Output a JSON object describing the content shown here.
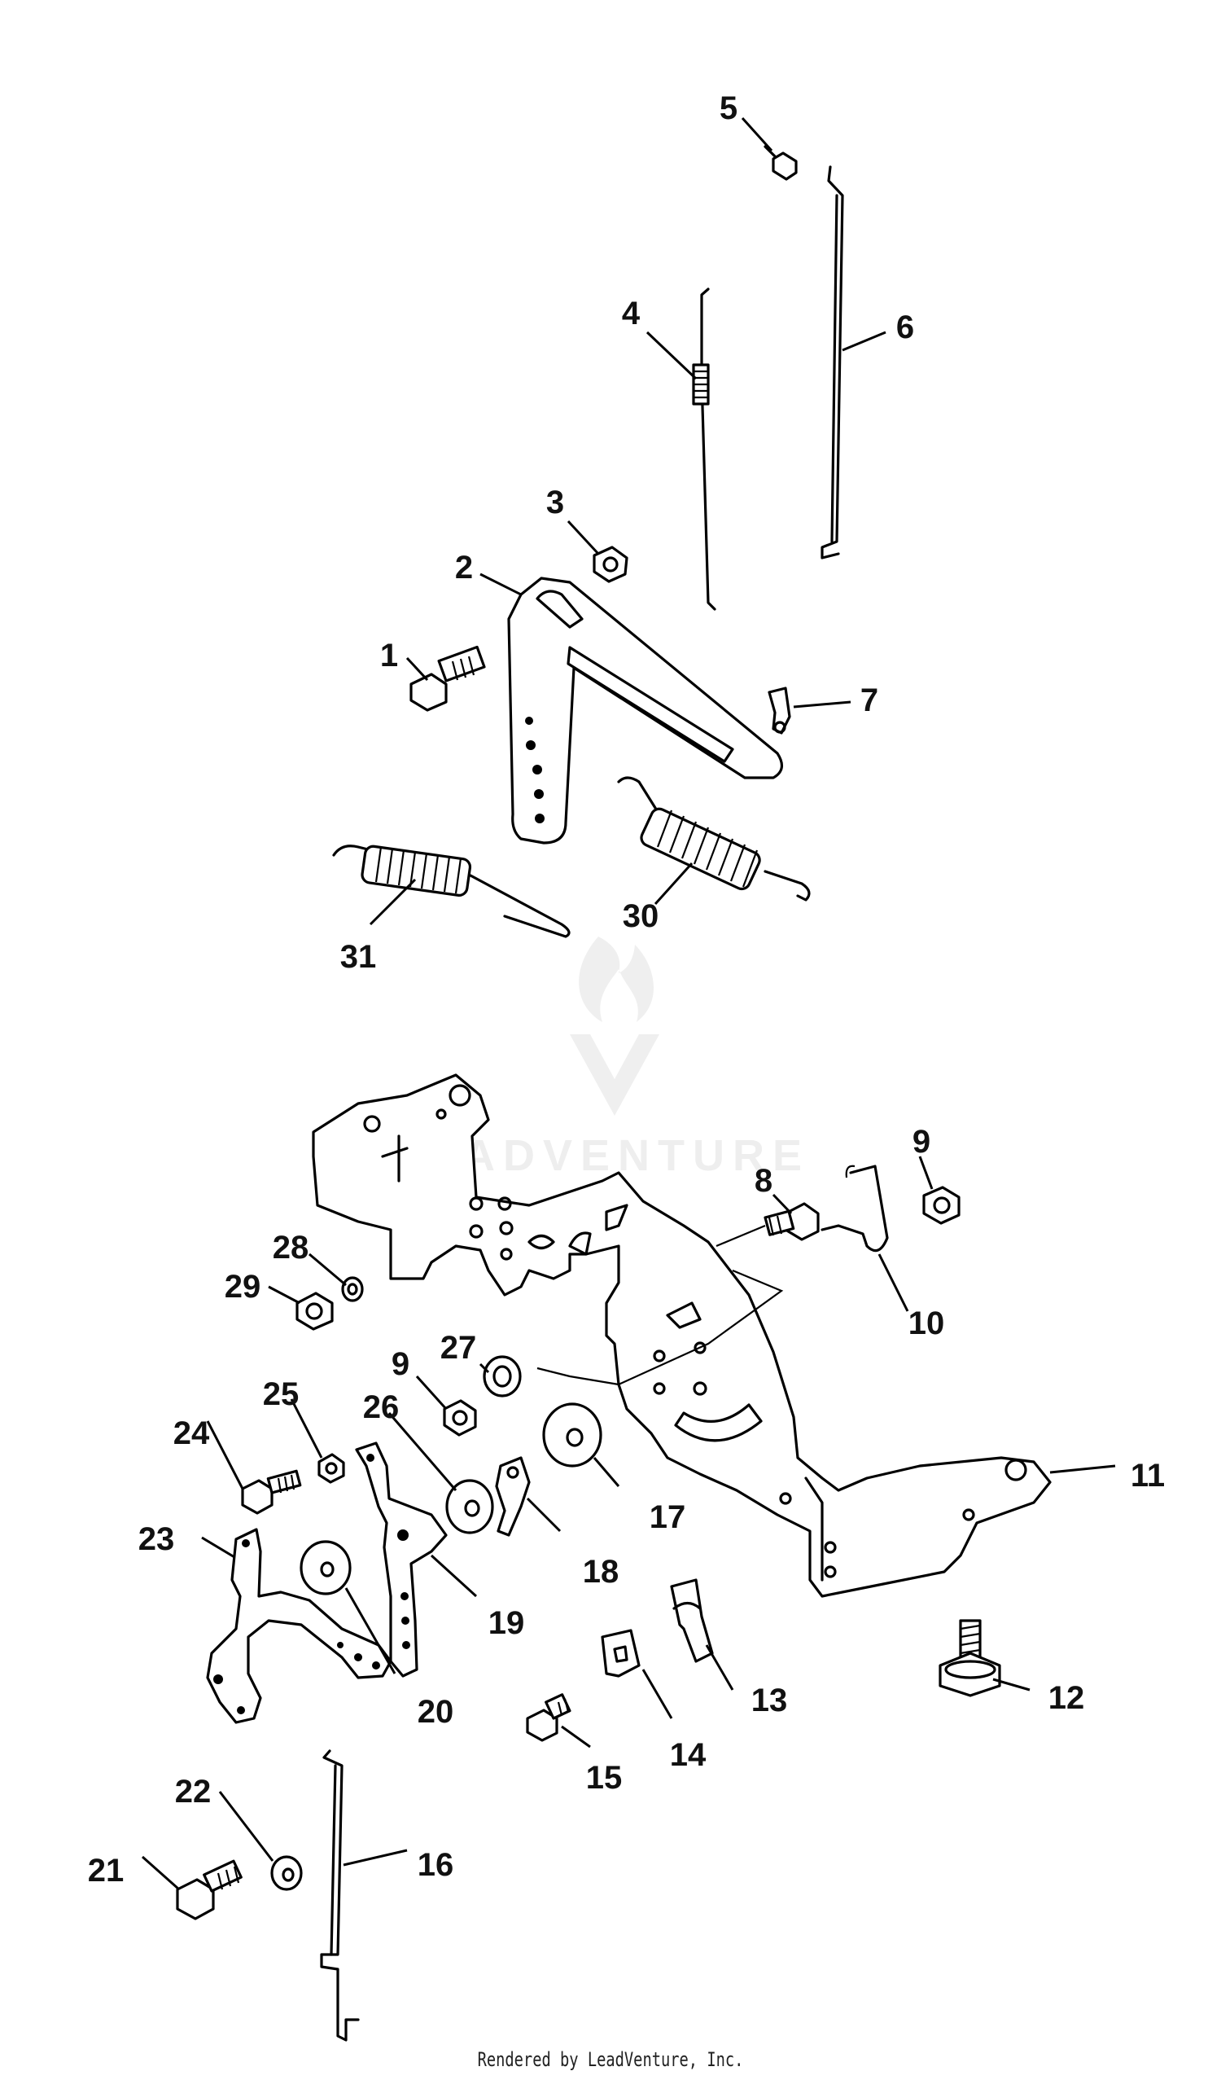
{
  "callouts": [
    {
      "label": "1"
    },
    {
      "label": "2"
    },
    {
      "label": "3"
    },
    {
      "label": "4"
    },
    {
      "label": "5"
    },
    {
      "label": "6"
    },
    {
      "label": "7"
    },
    {
      "label": "8"
    },
    {
      "label": "9"
    },
    {
      "label": "10"
    },
    {
      "label": "11"
    },
    {
      "label": "12"
    },
    {
      "label": "13"
    },
    {
      "label": "14"
    },
    {
      "label": "15"
    },
    {
      "label": "16"
    },
    {
      "label": "17"
    },
    {
      "label": "18"
    },
    {
      "label": "19"
    },
    {
      "label": "20"
    },
    {
      "label": "21"
    },
    {
      "label": "22"
    },
    {
      "label": "23"
    },
    {
      "label": "24"
    },
    {
      "label": "25"
    },
    {
      "label": "26"
    },
    {
      "label": "27"
    },
    {
      "label": "28"
    },
    {
      "label": "29"
    },
    {
      "label": "30"
    },
    {
      "label": "31"
    },
    {
      "label": "9"
    }
  ],
  "watermark": {
    "text": "LEADVENTURE",
    "icon": "leadventure-logo-icon"
  },
  "footer": {
    "text": "Rendered by LeadVenture, Inc."
  }
}
